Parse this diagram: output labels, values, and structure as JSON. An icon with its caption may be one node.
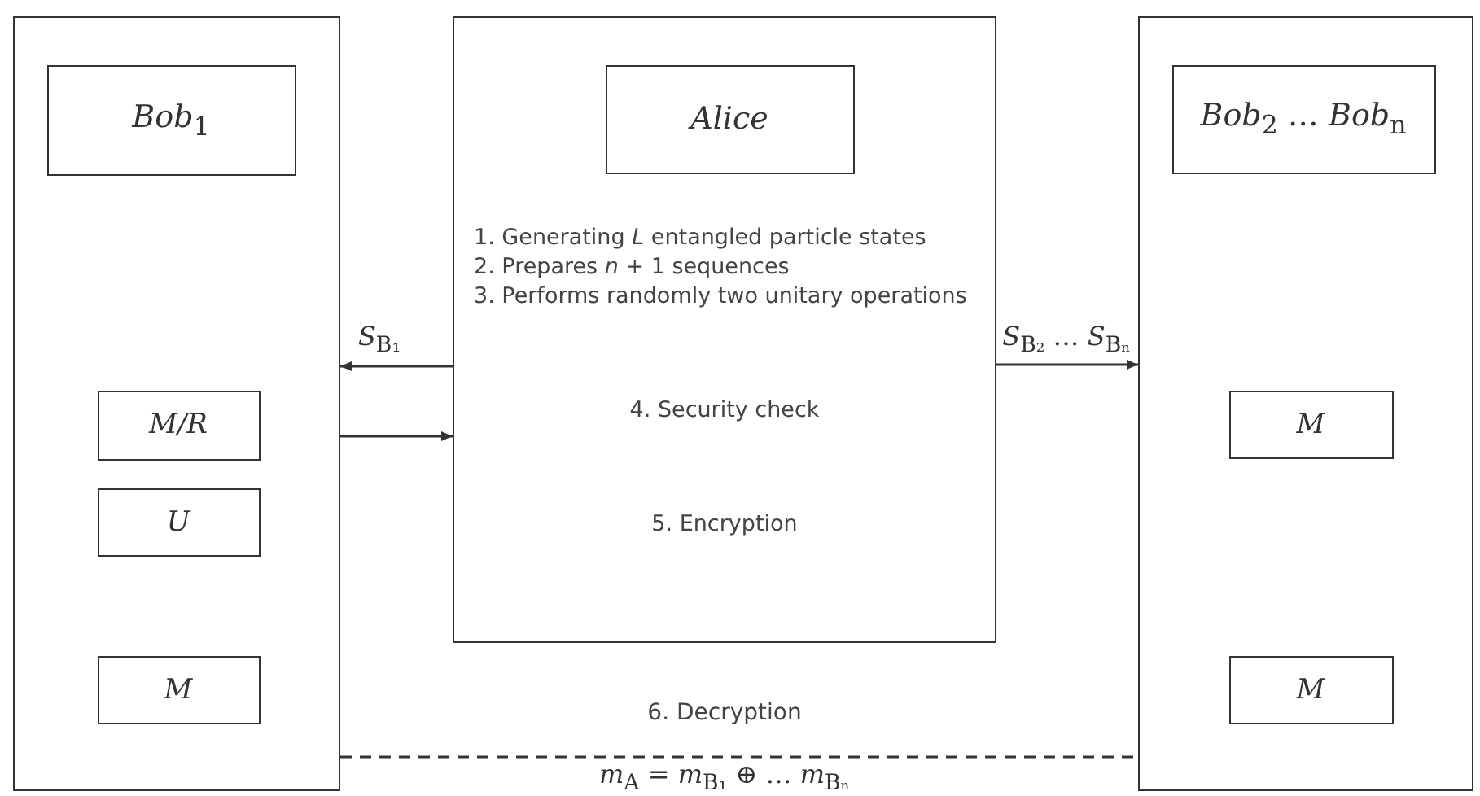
{
  "diagram": {
    "nodes": [
      {
        "text": [],
        "shape": "box"
      },
      {
        "text": [
          "*Bob*$_{1}$"
        ],
        "in": 0
      },
      {
        "text": [
          "M/R"
        ],
        "in": 0
      },
      {
        "text": [
          "U"
        ],
        "in": 0
      },
      {
        "text": [
          "M"
        ],
        "in": 0
      },
      {
        "text": [
          "1. Generating *L* entangled particle states",
          "2. Prepares *n* + 1 sequences",
          "3. Performs randomly two unitary operations",
          "4. Security check",
          "5. Encryption"
        ]
      },
      {
        "text": [
          "Alice"
        ],
        "in": 5
      },
      {
        "text": [],
        "shape": "box"
      },
      {
        "text": [
          "*Bob*$_{2}$ … *Bob*$_{n}$"
        ],
        "in": 7
      },
      {
        "text": [
          "M"
        ],
        "in": 7
      },
      {
        "text": [
          "M"
        ],
        "in": 7
      }
    ],
    "edges": [
      {
        "from": 5,
        "to": 0,
        "arrow": "to",
        "label": "*S*$_{B₁}$"
      },
      {
        "from": 0,
        "to": 5,
        "arrow": "to"
      },
      {
        "from": 5,
        "to": 7,
        "arrow": "to",
        "label": "*S*$_{B₂}$ … *S*$_{Bₙ}$"
      },
      {
        "from": 0,
        "to": 7,
        "arrow": "none",
        "style": "dashed"
      }
    ],
    "labels": [
      "6. Decryption",
      "*m*$_{A}$ = *m*$_{B₁}$ ⊕ … *m*$_{Bₙ}$"
    ]
  }
}
